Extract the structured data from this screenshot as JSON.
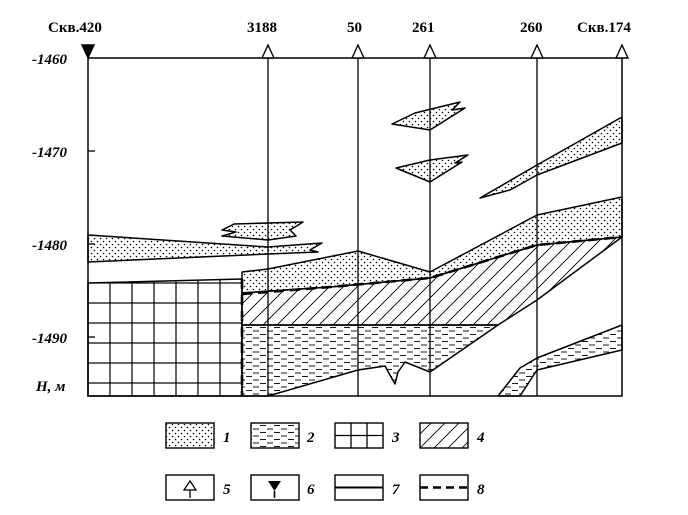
{
  "wells": [
    {
      "label": "Скв.420",
      "type": "filled"
    },
    {
      "label": "3188",
      "type": "open"
    },
    {
      "label": "50",
      "type": "open"
    },
    {
      "label": "261",
      "type": "open"
    },
    {
      "label": "260",
      "type": "open"
    },
    {
      "label": "Скв.174",
      "type": "open"
    }
  ],
  "depth_axis": {
    "ticks": [
      "-1460",
      "-1470",
      "-1480",
      "-1490"
    ],
    "unit_label": "H, м"
  },
  "legend": [
    {
      "num": "1",
      "pattern": "dots"
    },
    {
      "num": "2",
      "pattern": "dashes"
    },
    {
      "num": "3",
      "pattern": "grid"
    },
    {
      "num": "4",
      "pattern": "hatch"
    },
    {
      "num": "5",
      "pattern": "open-triangle"
    },
    {
      "num": "6",
      "pattern": "filled-triangle"
    },
    {
      "num": "7",
      "pattern": "solid-line"
    },
    {
      "num": "8",
      "pattern": "dashed-line"
    }
  ],
  "colors": {
    "ink": "#000000",
    "paper": "#ffffff"
  }
}
